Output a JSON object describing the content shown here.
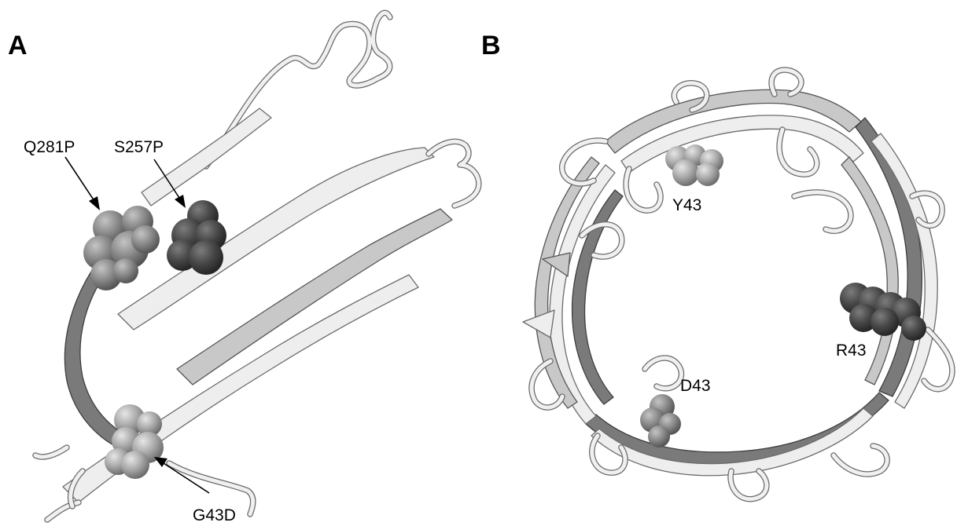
{
  "panels": {
    "a": {
      "letter": "A",
      "labels": {
        "q281p": "Q281P",
        "s257p": "S257P",
        "g43d": "G43D"
      }
    },
    "b": {
      "letter": "B",
      "labels": {
        "y43": "Y43",
        "r43": "R43",
        "d43": "D43"
      }
    }
  },
  "colors": {
    "background": "#ffffff",
    "ribbon_light": "#eeeeee",
    "ribbon_mid": "#c8c8c8",
    "ribbon_dark": "#7a7a7a",
    "sphere_light": "#b4b4b4",
    "sphere_mid": "#8c8c8c",
    "sphere_dark": "#454545",
    "label": "#000000"
  }
}
